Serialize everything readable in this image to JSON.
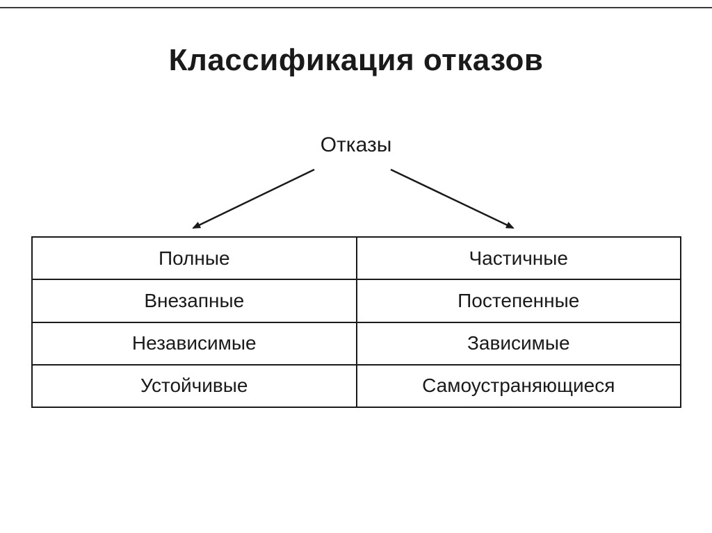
{
  "slide": {
    "title": "Классификация отказов",
    "root_label": "Отказы",
    "table": {
      "rows": [
        [
          "Полные",
          "Частичные"
        ],
        [
          "Внезапные",
          "Постепенные"
        ],
        [
          "Независимые",
          "Зависимые"
        ],
        [
          "Устойчивые",
          "Самоустраняющиеся"
        ]
      ]
    },
    "colors": {
      "text": "#1a1a1a",
      "line": "#1a1a1a",
      "background": "#ffffff"
    }
  }
}
